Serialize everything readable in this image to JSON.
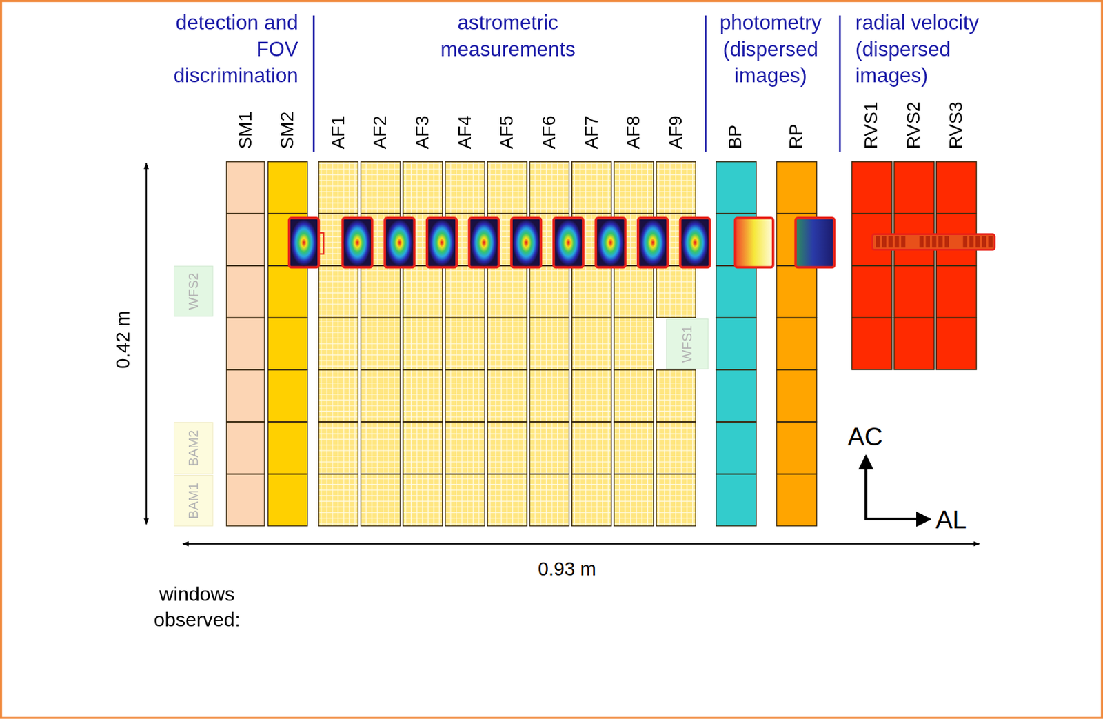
{
  "diagram": {
    "nodes": [
      {
        "text": [
          "WFS2"
        ]
      },
      {
        "text": [
          "WFS1"
        ]
      },
      {
        "text": [
          "BAM2"
        ]
      },
      {
        "text": [
          "BAM1"
        ]
      }
    ],
    "labels": [
      "detection and FOV discrimination",
      "astrometric measurements",
      "photometry (dispersed images)",
      "radial velocity (dispersed images)",
      "SM1",
      "SM2",
      "AF1",
      "AF2",
      "AF3",
      "AF4",
      "AF5",
      "AF6",
      "AF7",
      "AF8",
      "AF9",
      "BP",
      "RP",
      "RVS1",
      "RVS2",
      "RVS3",
      "0.42 m",
      "0.93 m",
      "AC",
      "AL",
      "windows observed:"
    ]
  }
}
